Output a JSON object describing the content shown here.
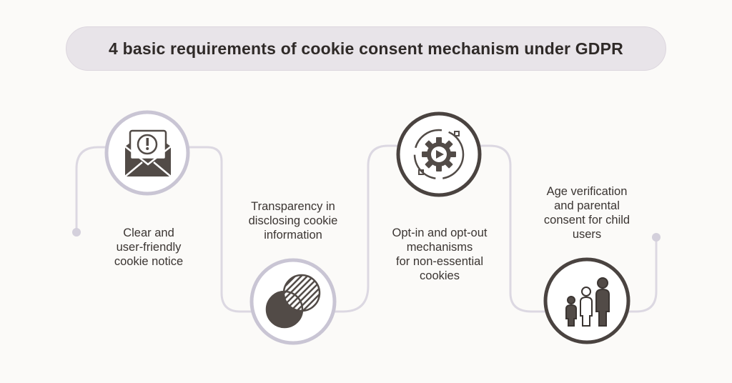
{
  "title": "4 basic requirements of cookie consent mechanism under GDPR",
  "steps": [
    {
      "label": "Clear and\nuser-friendly\ncookie notice",
      "icon": "envelope-alert-icon"
    },
    {
      "label": "Transparency in\ndisclosing cookie\ninformation",
      "icon": "overlapping-circles-icon"
    },
    {
      "label": "Opt-in and opt-out\nmechanisms\nfor non-essential\ncookies",
      "icon": "gear-play-icon"
    },
    {
      "label": "Age verification\nand parental\nconsent for child\nusers",
      "icon": "family-icon"
    }
  ],
  "colors": {
    "line": "#dcd8e2",
    "ring_light": "#c9c5d4",
    "ring_dark": "#4a4340",
    "icon_dark": "#524b47",
    "title_bg": "#e8e4e9"
  }
}
